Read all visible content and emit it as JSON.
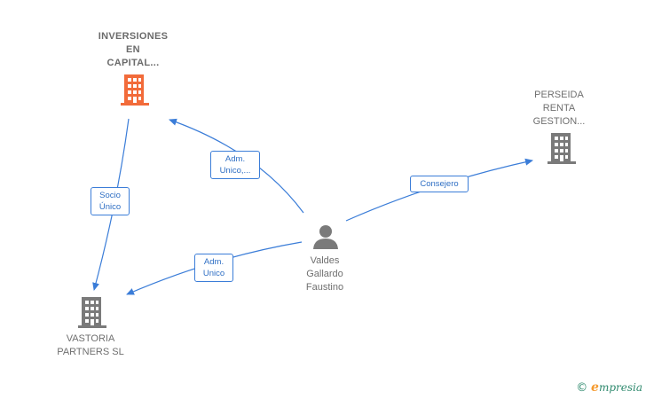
{
  "nodes": {
    "inversiones": {
      "label": "INVERSIONES\nEN\nCAPITAL..."
    },
    "perseida": {
      "label": "PERSEIDA\nRENTA\nGESTION..."
    },
    "vastoria": {
      "label": "VASTORIA\nPARTNERS  SL"
    },
    "valdes": {
      "label": "Valdes\nGallardo\nFaustino"
    }
  },
  "edges": {
    "socio_unico": {
      "label": "Socio\nÚnico"
    },
    "adm_unico_1": {
      "label": "Adm.\nUnico,..."
    },
    "adm_unico_2": {
      "label": "Adm.\nUnico"
    },
    "consejero": {
      "label": "Consejero"
    }
  },
  "colors": {
    "highlight_building": "#f26b3a",
    "building": "#7a7a7a",
    "person": "#7a7a7a",
    "edge": "#3b7dd8"
  },
  "brand": {
    "copyright": "©",
    "initial": "e",
    "rest": "mpresia"
  }
}
